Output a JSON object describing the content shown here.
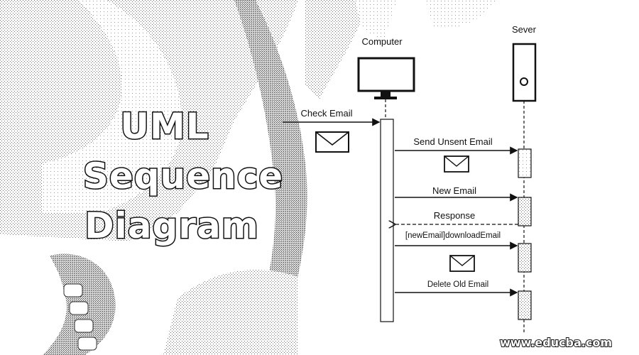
{
  "title": {
    "line1": "UML",
    "line2": "Sequence",
    "line3": "Diagram"
  },
  "lifelines": {
    "computer": {
      "label": "Computer",
      "icon": "monitor-icon"
    },
    "server": {
      "label": "Sever",
      "icon": "server-tower-icon"
    }
  },
  "messages": {
    "check_email": "Check Email",
    "send_unsent_email": "Send Unsent Email",
    "new_email": "New Email",
    "response": "Response",
    "new_email_download": "[newEmail]downloadEmail",
    "delete_old_email": "Delete Old Email"
  },
  "watermark": "www.educba.com",
  "colors": {
    "ink": "#111111",
    "activation_fill": "#e9e9e9",
    "background": "#ffffff"
  }
}
